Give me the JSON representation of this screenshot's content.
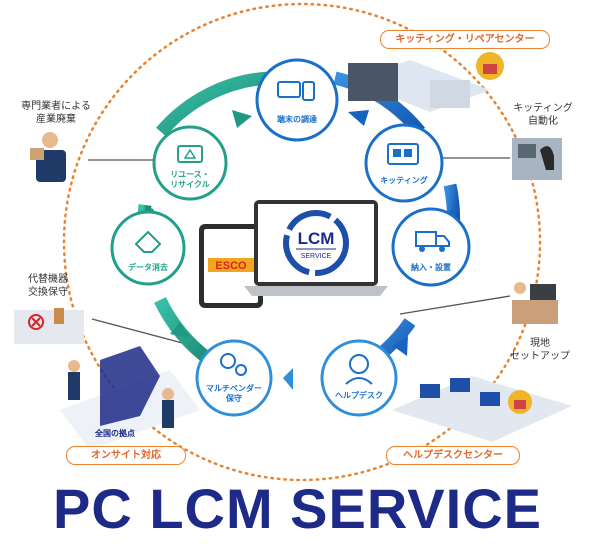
{
  "title": "PC LCM SERVICE",
  "center": {
    "logo_text": "LCM",
    "logo_sub": "SERVICE",
    "brand": "ESCO"
  },
  "cycle_nodes": [
    {
      "id": "procurement",
      "label": "端末の調達"
    },
    {
      "id": "kitting",
      "label": "キッティング"
    },
    {
      "id": "delivery",
      "label": "納入・設置"
    },
    {
      "id": "helpdesk",
      "label": "ヘルプデスク"
    },
    {
      "id": "multivendor",
      "label_line1": "マルチベンダー",
      "label_line2": "保守"
    },
    {
      "id": "erase",
      "label": "データ消去"
    },
    {
      "id": "reuse",
      "label_line1": "リユース・",
      "label_line2": "リサイクル"
    }
  ],
  "side_labels": {
    "waste": {
      "line1": "専門業者による",
      "line2": "産業廃棄"
    },
    "kitting_auto": {
      "line1": "キッティング",
      "line2": "自動化"
    },
    "replacement": {
      "line1": "代替機器",
      "line2": "交換保守"
    },
    "setup": {
      "line1": "現地",
      "line2": "セットアップ"
    }
  },
  "centers": {
    "repair": "キッティング・リペアセンター",
    "onsite": "オンサイト対応",
    "helpdesk_center": "ヘルプデスクセンター",
    "bases": "全国の拠点"
  },
  "colors": {
    "navy": "#1d2a87",
    "blue": "#1a6fc9",
    "teal": "#2aa58f",
    "orange": "#e8832f",
    "sky": "#3aa0e8"
  }
}
